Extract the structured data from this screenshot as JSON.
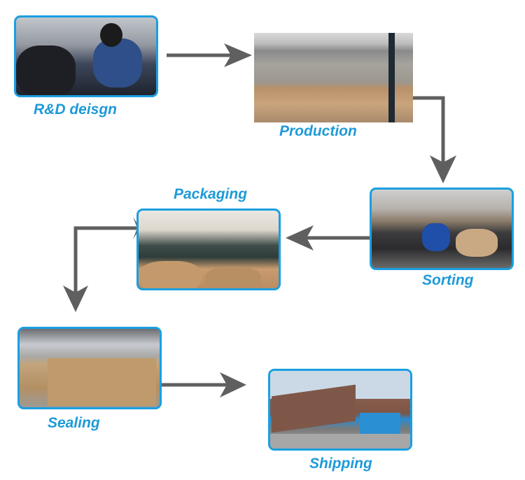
{
  "diagram": {
    "type": "process-flow",
    "accent_color": "#1a9fe0",
    "label_color": "#1e9ad8",
    "arrow_color": "#5f5f5f",
    "steps": [
      {
        "id": "rd",
        "label": "R&D deisgn",
        "photo": "engineers-at-workbench-photo"
      },
      {
        "id": "production",
        "label": "Production",
        "photo": "warehouse-production-floor-photo"
      },
      {
        "id": "sorting",
        "label": "Sorting",
        "photo": "worker-sorting-parts-photo"
      },
      {
        "id": "packaging",
        "label": "Packaging",
        "photo": "workers-packing-boxes-photo"
      },
      {
        "id": "sealing",
        "label": "Sealing",
        "photo": "stacked-cartons-warehouse-photo"
      },
      {
        "id": "shipping",
        "label": "Shipping",
        "photo": "container-truck-photo"
      }
    ],
    "flow": [
      [
        "rd",
        "production"
      ],
      [
        "production",
        "sorting"
      ],
      [
        "sorting",
        "packaging"
      ],
      [
        "packaging",
        "sealing"
      ],
      [
        "sealing",
        "shipping"
      ]
    ]
  }
}
